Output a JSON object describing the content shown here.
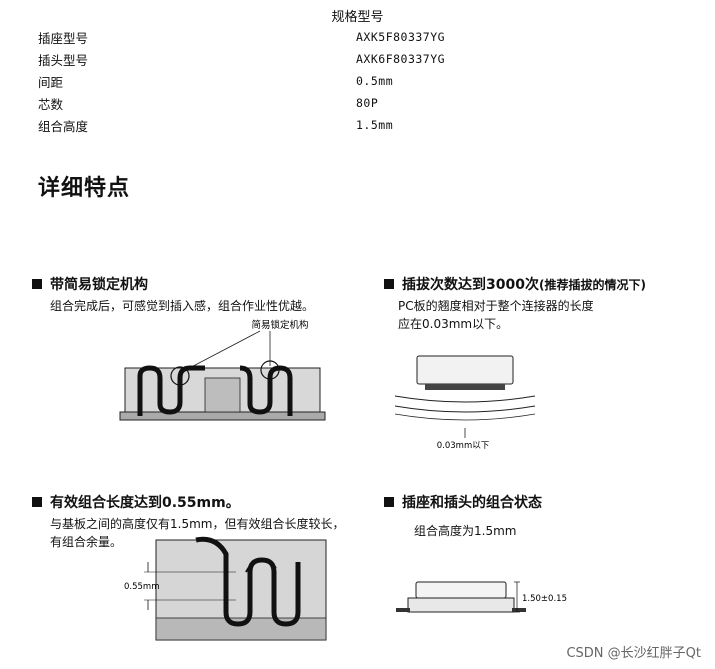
{
  "spec": {
    "title": "规格型号",
    "rows": [
      {
        "key": "插座型号",
        "value": "AXK5F80337YG"
      },
      {
        "key": "插头型号",
        "value": "AXK6F80337YG"
      },
      {
        "key": "间距",
        "value": "0.5mm"
      },
      {
        "key": "芯数",
        "value": "80P"
      },
      {
        "key": "组合高度",
        "value": "1.5mm"
      }
    ]
  },
  "details": {
    "heading": "详细特点",
    "sections": [
      {
        "title": "带简易锁定机构",
        "desc": [
          "组合完成后，可感觉到插入感，组合作业性优越。"
        ],
        "callout": "简易锁定机构"
      },
      {
        "title": "插拔次数达到3000次",
        "title_note": "(推荐插拔的情况下)",
        "desc": [
          "PC板的翘度相对于整个连接器的长度",
          "应在0.03mm以下。"
        ],
        "callout": "0.03mm以下"
      },
      {
        "title": "有效组合长度达到0.55mm。",
        "desc": [
          "与基板之间的高度仅有1.5mm，但有效组合长度较长，",
          "有组合余量。"
        ],
        "callout": "0.55mm"
      },
      {
        "title": "插座和插头的组合状态",
        "desc": [
          "组合高度为1.5mm"
        ],
        "callout": "1.50±0.15"
      }
    ]
  },
  "watermark": "CSDN @长沙红胖子Qt"
}
